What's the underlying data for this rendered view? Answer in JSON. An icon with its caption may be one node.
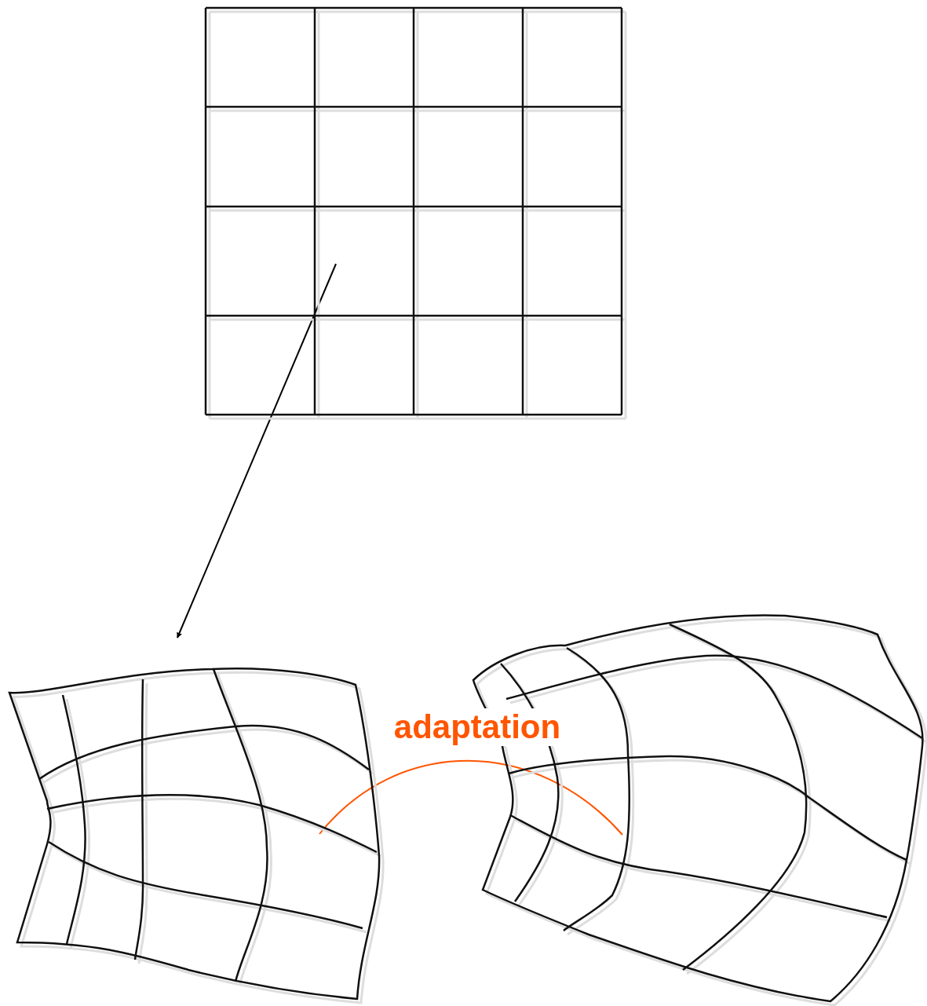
{
  "diagram": {
    "nodes": [
      {
        "text": [],
        "shape": "grid"
      },
      {
        "text": [],
        "shape": "grid"
      },
      {
        "text": [],
        "shape": "grid"
      }
    ],
    "edges": [
      {
        "from": 0,
        "to": 1,
        "arrow": "to"
      },
      {
        "from": 1,
        "to": 2,
        "arrow": "none",
        "label": "adaptation",
        "color": "#ff5500"
      }
    ]
  }
}
